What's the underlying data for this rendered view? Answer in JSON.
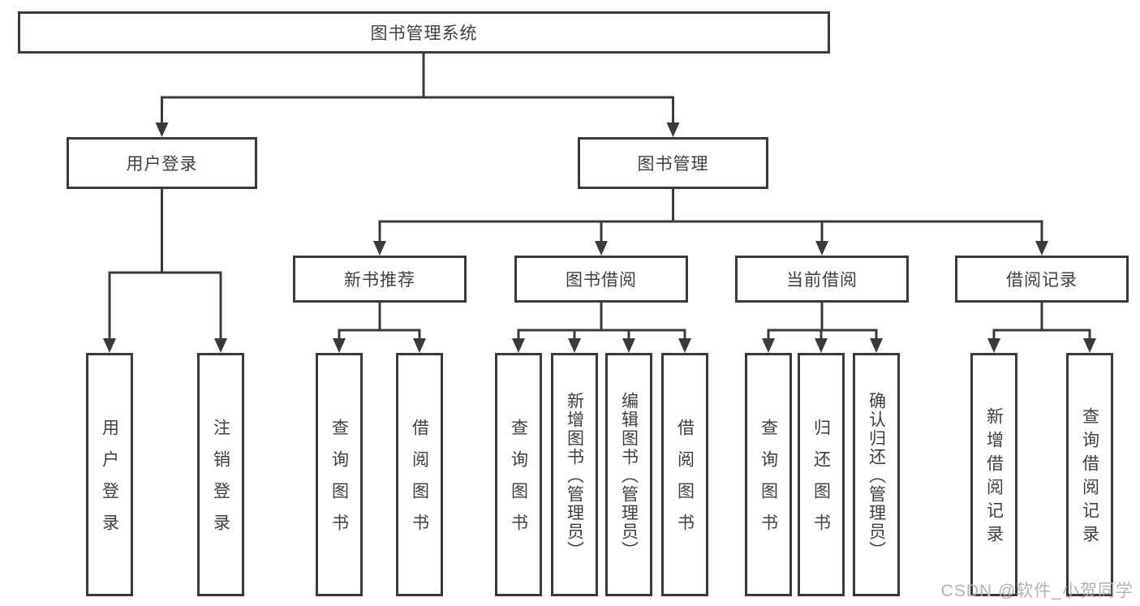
{
  "diagram": {
    "root": "图书管理系统",
    "level2": {
      "login": "用户登录",
      "manage": "图书管理"
    },
    "level3": [
      "新书推荐",
      "图书借阅",
      "当前借阅",
      "借阅记录"
    ],
    "login_children": [
      "用户登录",
      "注销登录"
    ],
    "recommend_children": [
      "查询图书",
      "借阅图书"
    ],
    "borrow_children": [
      "查询图书",
      "新增图书（管理员）",
      "编辑图书（管理员）",
      "借阅图书"
    ],
    "current_children": [
      "查询图书",
      "归还图书",
      "确认归还（管理员）"
    ],
    "record_children": [
      "新增借阅记录",
      "查询借阅记录"
    ]
  },
  "watermark": "CSDN @软件_小贺同学",
  "colors": {
    "line": "#3a3a3a",
    "text": "#3f3f3f",
    "watermark": "#b3b3b3",
    "background": "#ffffff"
  }
}
